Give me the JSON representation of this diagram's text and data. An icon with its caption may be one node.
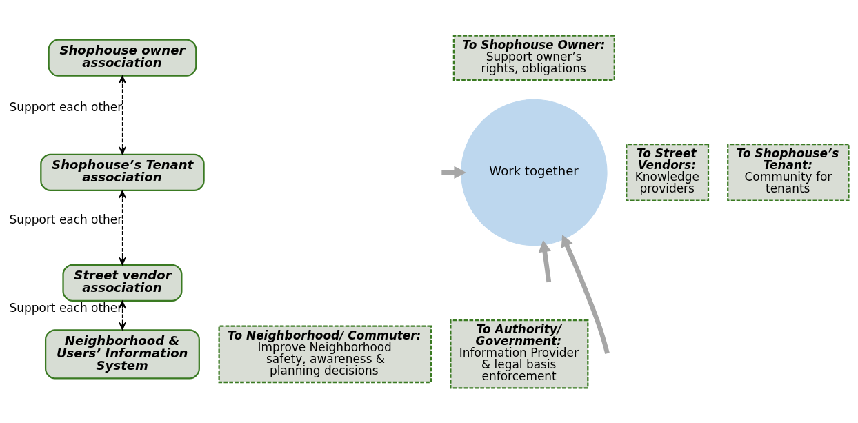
{
  "diagram": {
    "nodes": [
      {
        "text": [
          "Shophouse owner association"
        ]
      },
      {
        "text": [
          "Shophouse’s Tenant association"
        ]
      },
      {
        "text": [
          "Street vendor association"
        ]
      },
      {
        "text": [
          "Neighborhood & Users’ Information System"
        ]
      },
      {
        "text": [
          "Work together"
        ]
      },
      {
        "text": [
          "To Shophouse Owner:",
          "Support owner’s rights, obligations"
        ]
      },
      {
        "text": [
          "To Street Vendors:",
          "Knowledge providers"
        ]
      },
      {
        "text": [
          "To Shophouse’s Tenant:",
          "Community for tenants"
        ]
      },
      {
        "text": [
          "To Neighborhood/ Commuter:",
          "Improve Neighborhood safety, awareness & planning decisions"
        ]
      },
      {
        "text": [
          "To Authority/ Government:",
          "Information Provider & legal basis enforcement"
        ]
      }
    ],
    "edges": [
      {
        "from": 0,
        "to": 1,
        "arrow": "both",
        "style": "dashed",
        "label": "Support each other"
      },
      {
        "from": 1,
        "to": 2,
        "arrow": "both",
        "style": "dashed",
        "label": "Support each other"
      },
      {
        "from": 2,
        "to": 3,
        "arrow": "both",
        "style": "dashed",
        "label": "Support each other"
      },
      {
        "from": null,
        "to": 4,
        "arrow": "to",
        "style": "thick",
        "color": "#a6a6a6"
      },
      {
        "from": null,
        "to": 4,
        "arrow": "to",
        "style": "thick",
        "color": "#a6a6a6"
      },
      {
        "from": null,
        "to": 4,
        "arrow": "to",
        "style": "thick",
        "color": "#a6a6a6"
      }
    ]
  }
}
